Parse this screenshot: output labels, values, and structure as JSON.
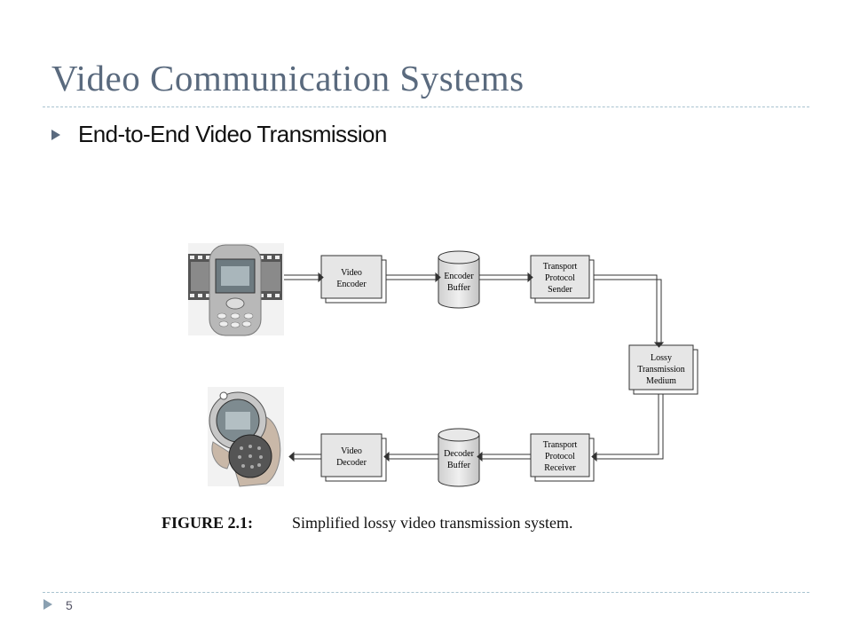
{
  "slide": {
    "title": "Video Communication Systems",
    "bullet": "End-to-End Video Transmission",
    "page_number": "5"
  },
  "figure": {
    "blocks": {
      "video_encoder": [
        "Video",
        "Encoder"
      ],
      "encoder_buffer": [
        "Encoder",
        "Buffer"
      ],
      "transport_sender": [
        "Transport",
        "Protocol",
        "Sender"
      ],
      "lossy_medium": [
        "Lossy",
        "Transmission",
        "Medium"
      ],
      "transport_receiver": [
        "Transport",
        "Protocol",
        "Receiver"
      ],
      "decoder_buffer": [
        "Decoder",
        "Buffer"
      ],
      "video_decoder": [
        "Video",
        "Decoder"
      ]
    },
    "caption_label": "FIGURE 2.1:",
    "caption_text": "Simplified lossy video transmission system."
  },
  "icons": {
    "sender_device": "mobile-phone-with-filmstrip-icon",
    "receiver_device": "handheld-round-device-icon"
  },
  "colors": {
    "title": "#5a6a7e",
    "rule": "#a9c3d0",
    "box_fill": "#e6e6e6"
  }
}
